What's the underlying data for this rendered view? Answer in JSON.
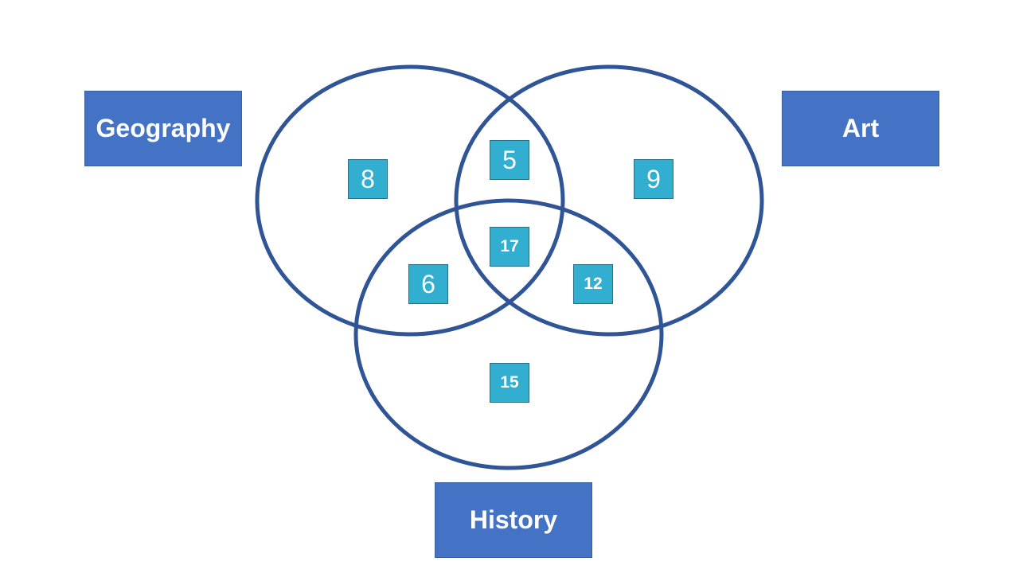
{
  "sets": {
    "geography": "Geography",
    "art": "Art",
    "history": "History"
  },
  "regions": {
    "geography_only": "8",
    "geography_art": "5",
    "art_only": "9",
    "all_three": "17",
    "geography_history": "6",
    "art_history": "12",
    "history_only": "15"
  },
  "colors": {
    "circle_stroke": "#2f5597",
    "label_fill": "#4472c4",
    "count_fill": "#31aed0"
  }
}
